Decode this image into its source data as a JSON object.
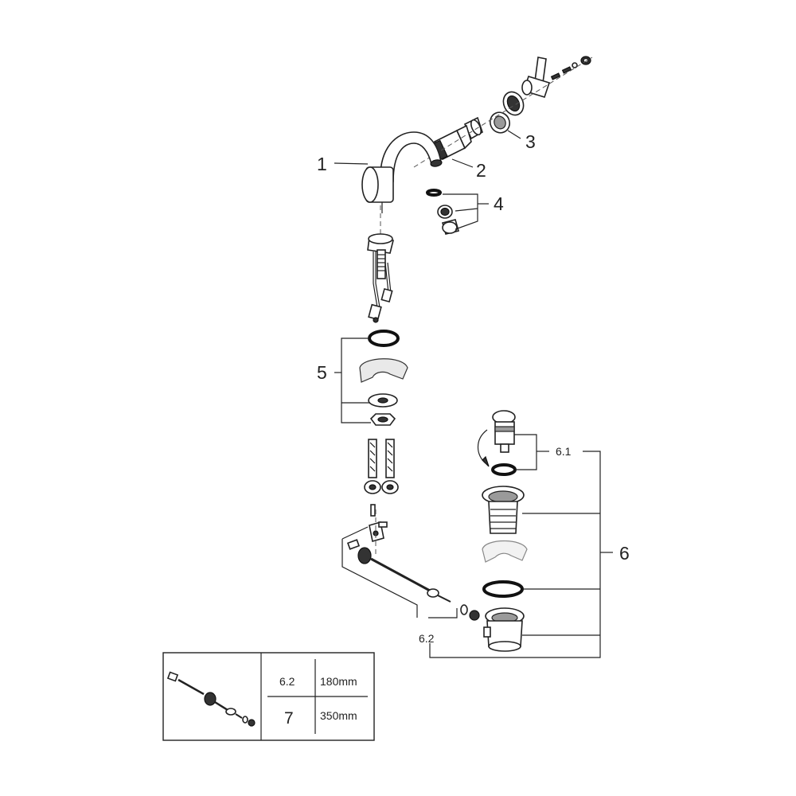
{
  "callouts": {
    "c1": "1",
    "c2": "2",
    "c3": "3",
    "c4": "4",
    "c5": "5",
    "c6": "6",
    "c61": "6.1",
    "c62": "6.2"
  },
  "length_table": {
    "rows": [
      {
        "code": "6.2",
        "length": "180mm"
      },
      {
        "code": "7",
        "length": "350mm"
      }
    ]
  }
}
